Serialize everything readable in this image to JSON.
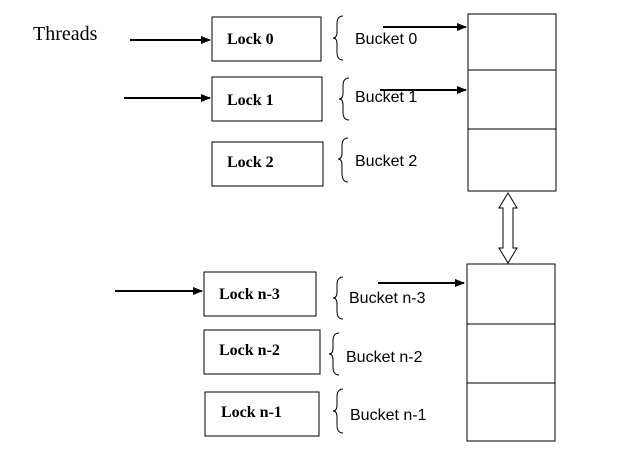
{
  "title": "Threads",
  "groups": [
    {
      "rows": [
        {
          "lock": "Lock 0",
          "bucket": "Bucket 0",
          "thread_arrow": true,
          "bucket_arrow": true
        },
        {
          "lock": "Lock 1",
          "bucket": "Bucket 1",
          "thread_arrow": true,
          "bucket_arrow": true
        },
        {
          "lock": "Lock 2",
          "bucket": "Bucket 2",
          "thread_arrow": false,
          "bucket_arrow": false
        }
      ]
    },
    {
      "rows": [
        {
          "lock": "Lock n-3",
          "bucket": "Bucket n-3",
          "thread_arrow": true,
          "bucket_arrow": true
        },
        {
          "lock": "Lock n-2",
          "bucket": "Bucket n-2",
          "thread_arrow": false,
          "bucket_arrow": false
        },
        {
          "lock": "Lock n-1",
          "bucket": "Bucket n-1",
          "thread_arrow": false,
          "bucket_arrow": false
        }
      ]
    }
  ],
  "colors": {
    "stroke": "#000000",
    "background": "#ffffff"
  }
}
